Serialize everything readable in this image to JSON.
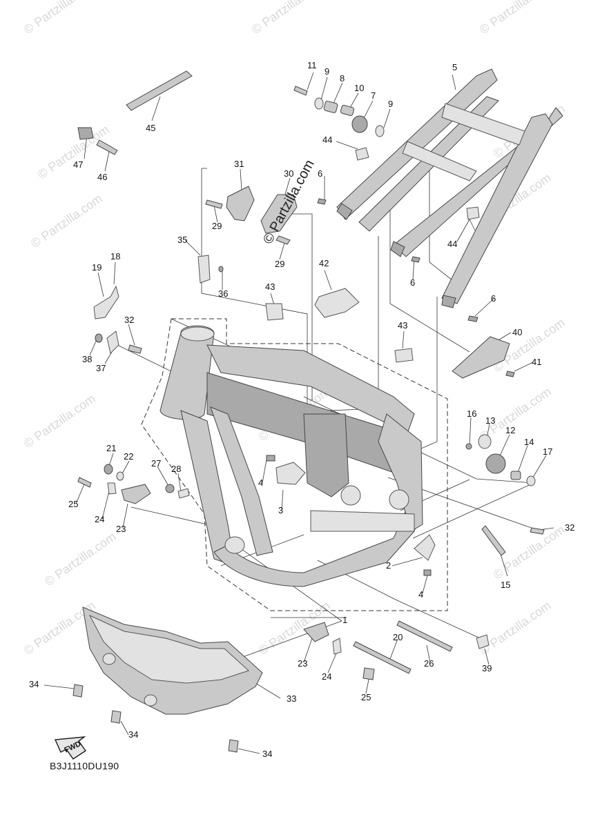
{
  "diagram_code": "B3J1110DU190",
  "fwd_label": "FWD",
  "watermark_text": "© Partzilla.com",
  "callouts": [
    "1",
    "2",
    "3",
    "4",
    "5",
    "6",
    "7",
    "8",
    "9",
    "10",
    "11",
    "12",
    "13",
    "14",
    "15",
    "16",
    "17",
    "18",
    "19",
    "20",
    "21",
    "22",
    "23",
    "24",
    "25",
    "26",
    "27",
    "28",
    "29",
    "30",
    "31",
    "32",
    "33",
    "34",
    "35",
    "36",
    "37",
    "38",
    "39",
    "40",
    "41",
    "42",
    "43",
    "44",
    "45",
    "46",
    "47"
  ]
}
